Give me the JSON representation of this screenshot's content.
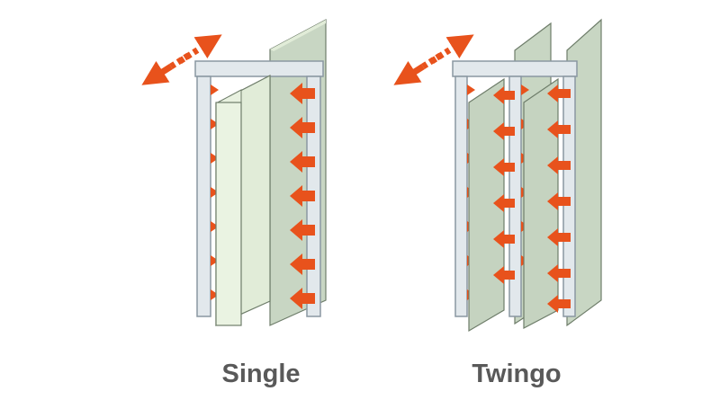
{
  "diagrams": [
    {
      "label": "Single",
      "panels": 1
    },
    {
      "label": "Twingo",
      "panels": 2
    }
  ],
  "colors": {
    "arrow": "#e8521c",
    "panel_fill": "#c8d6c3",
    "panel_light": "#e1ecd8",
    "panel_stroke": "#6e7d6a",
    "post_fill": "#e2e8ec",
    "post_stroke": "#8a97a2",
    "caption": "#595959"
  }
}
